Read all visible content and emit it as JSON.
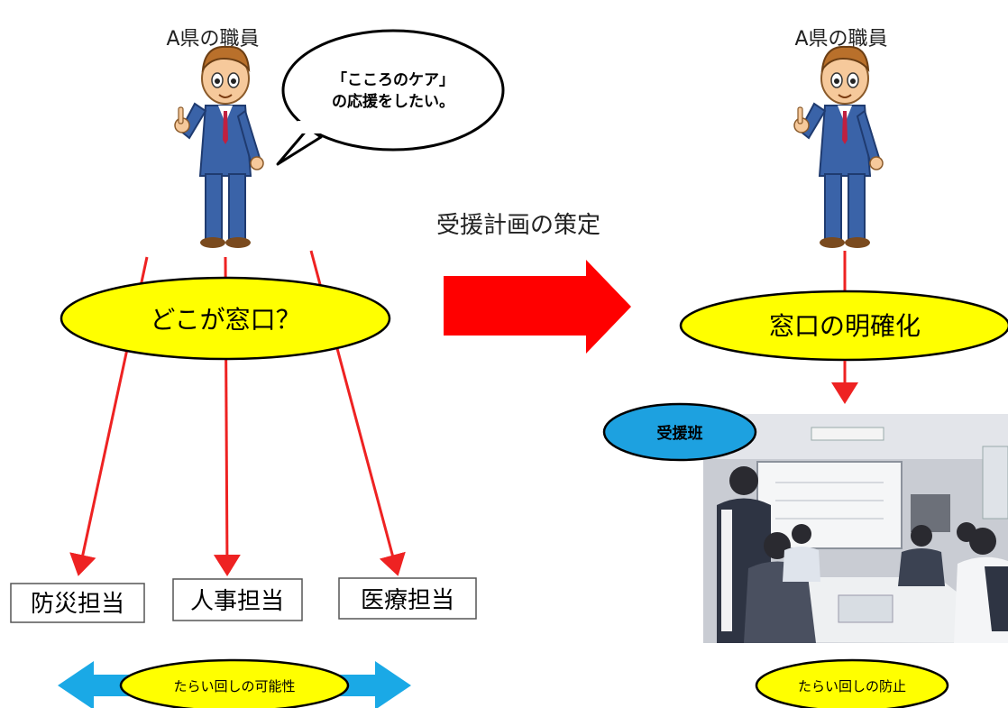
{
  "left_panel": {
    "person_label": "A県の職員",
    "speech_line1": "「こころのケア」",
    "speech_line2": "の応援をしたい。",
    "question": "どこが窓口？",
    "targets": [
      "防災担当",
      "人事担当",
      "医療担当"
    ],
    "bottom_note": "たらい回しの可能性"
  },
  "middle": {
    "arrow_label": "受援計画の策定"
  },
  "right_panel": {
    "person_label": "A県の職員",
    "clarify": "窓口の明確化",
    "team_badge": "受援班",
    "bottom_note": "たらい回しの防止"
  },
  "colors": {
    "ellipse_fill": "#ffff00",
    "red": "#ee2222",
    "arrow_red": "#ff0000",
    "cyan": "#1aa9e6",
    "badge_blue": "#1da1e0"
  }
}
